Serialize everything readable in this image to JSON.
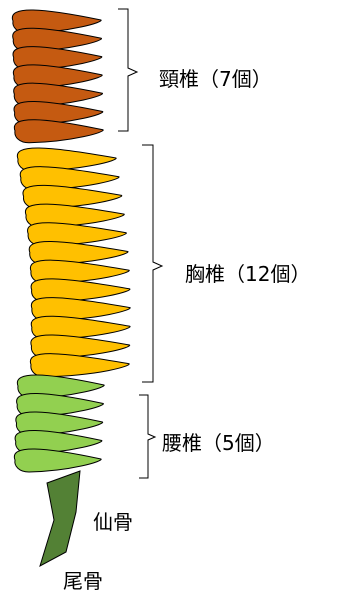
{
  "labels": {
    "cervical": "頸椎（7個）",
    "thoracic": "胸椎（12個）",
    "lumbar": "腰椎（5個）",
    "sacrum": "仙骨",
    "coccyx": "尾骨"
  },
  "regions": [
    {
      "key": "cervical",
      "count": 7,
      "color": "#c55a11"
    },
    {
      "key": "thoracic",
      "count": 12,
      "color": "#ffc000"
    },
    {
      "key": "lumbar",
      "count": 5,
      "color": "#92d050"
    }
  ],
  "sacrum_color": "#538135"
}
